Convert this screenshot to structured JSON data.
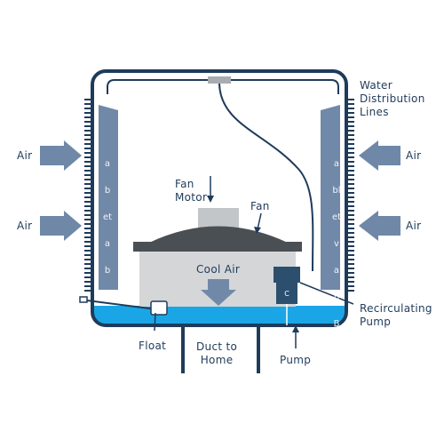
{
  "labels": {
    "water_distribution": [
      "Water",
      "Distribution",
      "Lines"
    ],
    "air_left_top": "Air",
    "air_left_bottom": "Air",
    "air_right_top": "Air",
    "air_right_bottom": "Air",
    "fan_motor": [
      "Fan",
      "Motor"
    ],
    "fan": "Fan",
    "cool_air": "Cool Air",
    "recirculating_pump": [
      "Recirculating",
      "Pump"
    ],
    "float": "Float",
    "duct_to_home": [
      "Duct to",
      "Home"
    ],
    "pump": "Pump",
    "pump_badge": "C"
  },
  "pad_text": {
    "left": "abetabB",
    "right": "abletvabBv"
  },
  "colors": {
    "frame": "#1f3b5a",
    "pad": "#7189a8",
    "arrow": "#6f88a8",
    "water": "#1aa6e6",
    "fan_body": "#d4d6d8",
    "fan_lid": "#4a4f54",
    "motor": "#c3c6c9",
    "pump": "#2c4f6e"
  }
}
